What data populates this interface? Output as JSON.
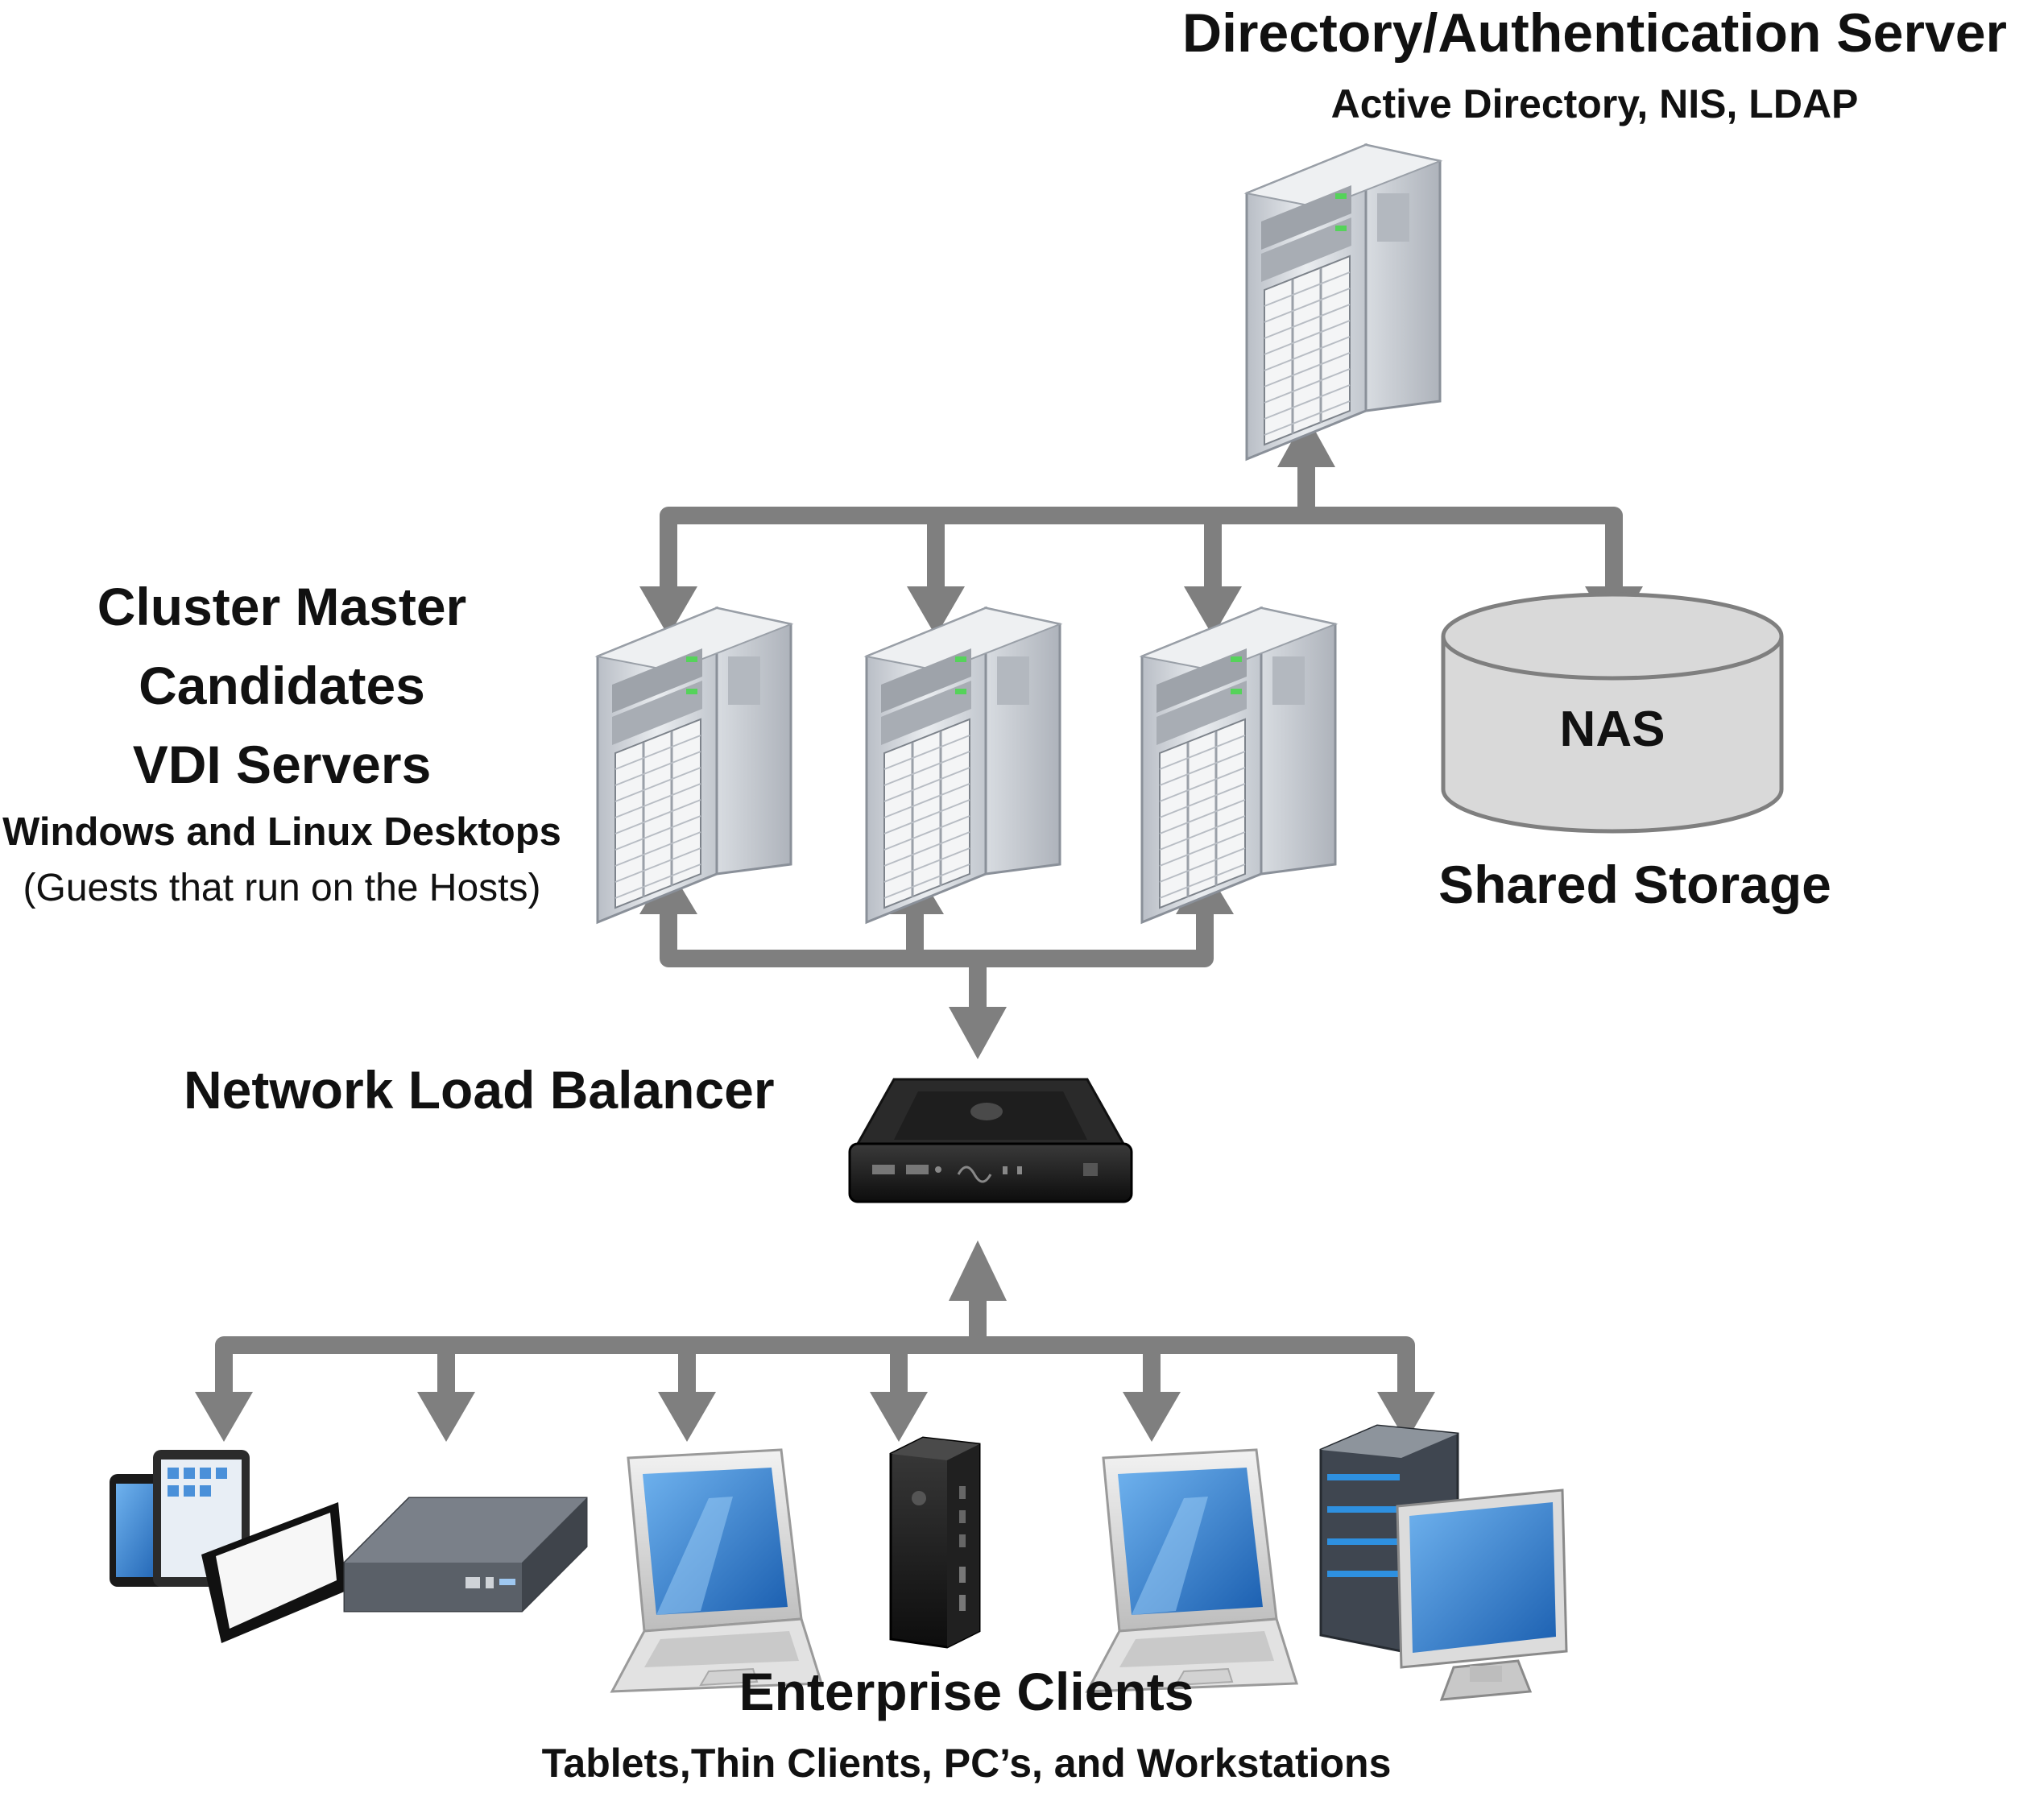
{
  "directory": {
    "title": "Directory/Authentication Server",
    "subtitle": "Active Directory, NIS, LDAP"
  },
  "cluster": {
    "line1": "Cluster Master",
    "line2": "Candidates",
    "line3": "VDI Servers",
    "line4": "Windows and Linux Desktops",
    "line5": "(Guests that run on the Hosts)"
  },
  "storage": {
    "nas_label": "NAS",
    "caption": "Shared Storage"
  },
  "balancer": {
    "label": "Network Load Balancer"
  },
  "clients": {
    "title": "Enterprise Clients",
    "subtitle": "Tablets,Thin Clients, PC’s, and Workstations"
  },
  "colors": {
    "connector": "#7f7f7f",
    "server_body": "#c9cdd3",
    "nas_fill": "#d9d9d9",
    "screen_blue": "#2f7fd0"
  },
  "icons": {
    "directory_server": "tower-server-icon",
    "vdi_servers": [
      "tower-server-icon",
      "tower-server-icon",
      "tower-server-icon"
    ],
    "nas": "storage-cylinder-icon",
    "load_balancer": "network-appliance-icon",
    "clients": [
      "tablets-icon",
      "thin-client-box-icon",
      "laptop-icon",
      "thin-client-tower-icon",
      "laptop-icon",
      "workstation-icon"
    ]
  }
}
